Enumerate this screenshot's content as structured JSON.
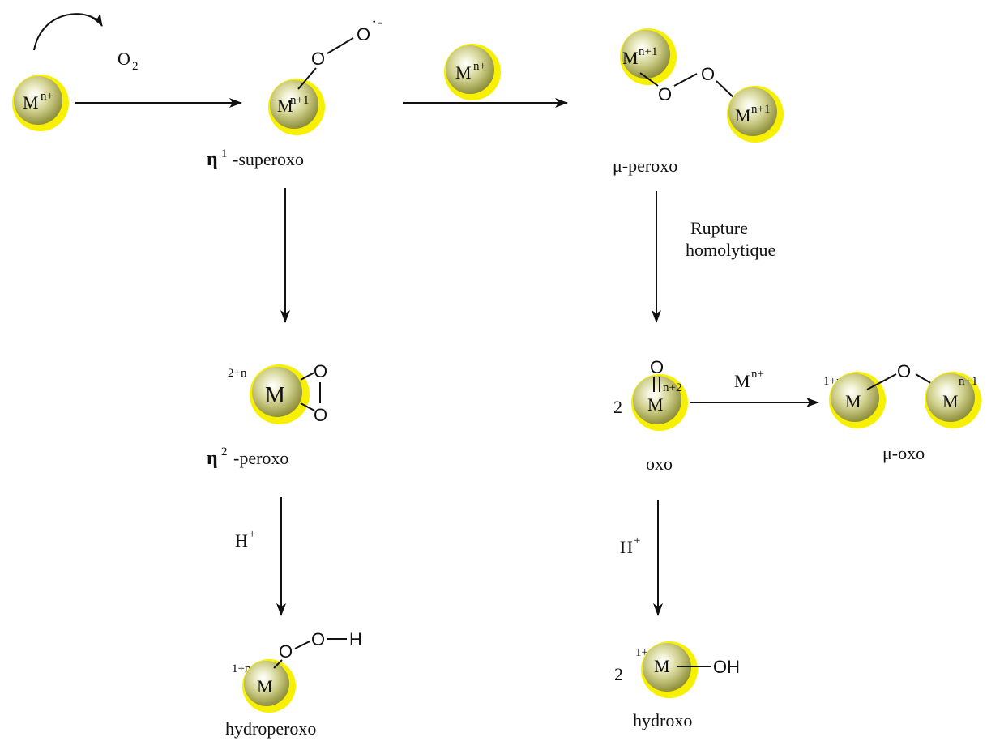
{
  "colors": {
    "sphere_rim": "#f5f000",
    "sphere_body": "#b8b860",
    "sphere_highlight": "#ffffff",
    "ink": "#111111"
  },
  "reagents": {
    "o2_main": "O",
    "o2_sub": "2",
    "mn_plus_main": "M",
    "mn_plus_sup": "n+",
    "rupture_line1": "Rupture",
    "rupture_line2": "homolytique",
    "h_plus_main": "H",
    "h_plus_sup": "+"
  },
  "species": {
    "start": {
      "metal": "M",
      "charge": "n+"
    },
    "superoxo": {
      "metal": "M",
      "charge": "n+1",
      "o_atom": "O",
      "radical": "·-",
      "label_eta": "η",
      "label_sup": "1",
      "label_text": "-superoxo"
    },
    "mu_peroxo": {
      "metal": "M",
      "charge": "n+1",
      "o_atom": "O",
      "label": "μ-peroxo"
    },
    "eta2_peroxo": {
      "metal": "M",
      "charge": "2+n",
      "o_atom": "O",
      "label_eta": "η",
      "label_sup": "2",
      "label_text": "-peroxo"
    },
    "oxo": {
      "coef": "2",
      "metal": "M",
      "charge": "n+2",
      "o_atom": "O",
      "label": "oxo"
    },
    "mu_oxo": {
      "metal": "M",
      "charge_left": "1+n",
      "charge_right": "n+1",
      "o_atom": "O",
      "label": "μ-oxo"
    },
    "hydroperoxo": {
      "metal": "M",
      "charge": "1+n",
      "o_atom": "O",
      "h_atom": "H",
      "label": "hydroperoxo"
    },
    "hydroxo": {
      "coef": "2",
      "metal": "M",
      "charge": "1+n",
      "oh_group": "OH",
      "label": "hydroxo"
    }
  }
}
